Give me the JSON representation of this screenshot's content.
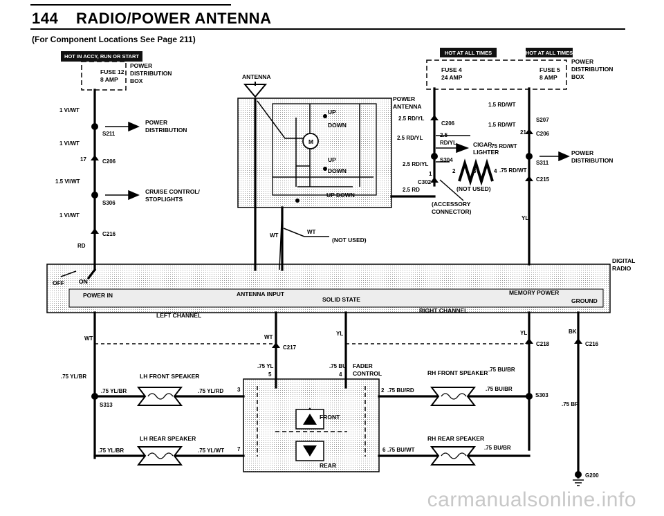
{
  "header": {
    "page_number": "144",
    "title": "RADIO/POWER ANTENNA",
    "subtitle": "(For Component Locations See Page 211)"
  },
  "hot_labels": {
    "left": "HOT IN ACCY, RUN OR START",
    "mid": "HOT AT ALL TIMES",
    "right": "HOT AT ALL TIMES"
  },
  "fuses": {
    "fuse12": {
      "name": "FUSE 12",
      "amps": "8 AMP"
    },
    "fuse4": {
      "name": "FUSE 4",
      "amps": "24 AMP"
    },
    "fuse5": {
      "name": "FUSE 5",
      "amps": "8 AMP"
    }
  },
  "labels": {
    "power_dist_box_l1": "POWER",
    "power_dist_box_l2": "DISTRIBUTION",
    "power_dist_box_l3": "BOX",
    "power_dist_a1": "POWER",
    "power_dist_a2": "DISTRIBUTION",
    "power_dist_b1": "POWER",
    "power_dist_b2": "DISTRIBUTION",
    "cruise_l1": "CRUISE CONTROL/",
    "cruise_l2": "STOPLIGHTS",
    "antenna": "ANTENNA",
    "power_antenna_l1": "POWER",
    "power_antenna_l2": "ANTENNA",
    "up1": "UP",
    "down1": "DOWN",
    "up2": "UP",
    "down2": "DOWN",
    "updown": "UP  DOWN",
    "motor": "M",
    "not_used_1": "(NOT USED)",
    "not_used_2": "(NOT USED)",
    "cigar_l1": "CIGAR",
    "cigar_l2": "LIGHTER",
    "accessory_l1": "(ACCESSORY",
    "accessory_l2": "CONNECTOR)",
    "digital_l1": "DIGITAL",
    "digital_l2": "RADIO",
    "off": "OFF",
    "on": "ON",
    "power_in": "POWER IN",
    "antenna_input": "ANTENNA INPUT",
    "solid_state": "SOLID STATE",
    "memory_power": "MEMORY POWER",
    "ground": "GROUND",
    "left_channel": "LEFT  CHANNEL",
    "right_channel": "RIGHT CHANNEL",
    "fader_l1": "FADER",
    "fader_l2": "CONTROL",
    "front": "FRONT",
    "rear": "REAR",
    "lh_front": "LH FRONT SPEAKER",
    "lh_rear": "LH REAR SPEAKER",
    "rh_front": "RH FRONT SPEAKER",
    "rh_rear": "RH REAR SPEAKER"
  },
  "connectors": {
    "s211": "S211",
    "c206a": "C206",
    "s306": "S306",
    "c216a": "C216",
    "c206b": "C206",
    "s304": "S304",
    "c302": "C302",
    "s207": "S207",
    "c206c": "C206",
    "s311": "S311",
    "c215": "C215",
    "c217": "C217",
    "c218": "C218",
    "c216b": "C216",
    "s313": "S313",
    "s303": "S303",
    "g200": "G200",
    "pin17": "17",
    "pin21": "21",
    "pin1": "1",
    "pin2": "2",
    "pin3": "3",
    "pin4": "4",
    "pin5": "5",
    "pin4b": "4",
    "pin3b": "3",
    "pin7": "7",
    "pin2b": "2",
    "pin6": "6"
  },
  "wires": {
    "w_vi_wt_1": "1 VI/WT",
    "w_vi_wt_2": "1 VI/WT",
    "w_15_vi_wt": "1.5 VI/WT",
    "w_vi_wt_3": "1 VI/WT",
    "w_rd": "RD",
    "w_25_rd_yl_1": "2.5 RD/YL",
    "w_25_rd_yl_2": "2.5 RD/YL",
    "w_25_rd_yl_3a": "2.5",
    "w_25_rd_yl_3b": "RD/YL",
    "w_25_rd_yl_4": "2.5 RD/YL",
    "w_25_rd": "2.5 RD",
    "w_15_rd_wt_1": "1.5 RD/WT",
    "w_15_rd_wt_2": "1.5 RD/WT",
    "w_75_rd_wt_1": ".75 RD/WT",
    "w_75_rd_wt_2": ".75 RD/WT",
    "w_yl_top": "YL",
    "w_wt_1": "WT",
    "w_wt_2": "WT",
    "w_wt_3": "WT",
    "w_wt_4": "WT",
    "w_yl_1": "YL",
    "w_yl_2": "YL",
    "w_bk": "BK",
    "w_75_yl": ".75 YL",
    "w_75_bu": ".75 BU",
    "w_75_yl_br_1": ".75 YL/BR",
    "w_75_yl_br_2": ".75 YL/BR",
    "w_75_yl_br_3": ".75 YL/BR",
    "w_75_yl_rd": ".75 YL/RD",
    "w_75_yl_wt": ".75 YL/WT",
    "w_75_bu_br_1": ".75 BU/BR",
    "w_75_bu_br_2": ".75 BU/BR",
    "w_75_bu_br_3": ".75 BU/BR",
    "w_75_bu_rd": ".75 BU/RD",
    "w_75_bu_wt": ".75 BU/WT",
    "w_75_br": ".75 BR"
  },
  "watermark": "carmanualsonline.info"
}
